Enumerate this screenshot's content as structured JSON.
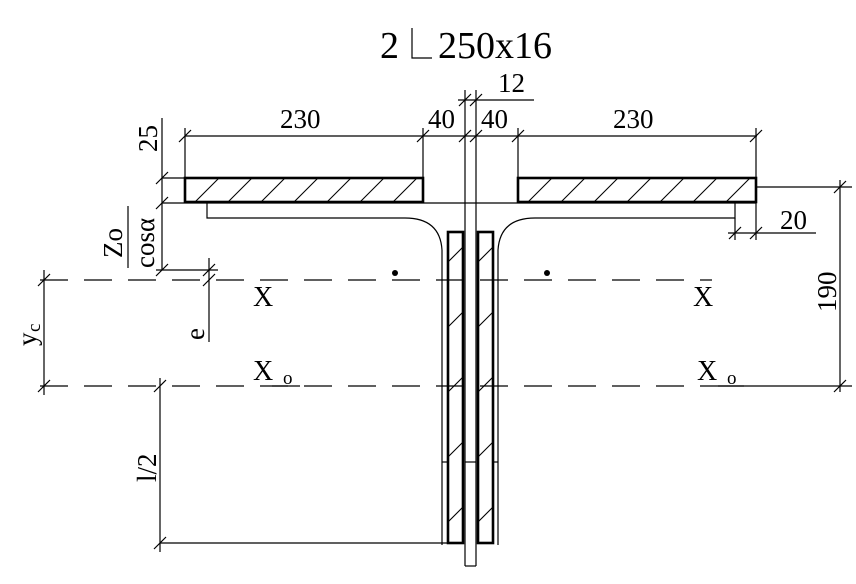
{
  "title": {
    "prefix": "2",
    "suffix": "250x16"
  },
  "dimensions": {
    "gusset_thickness": "12",
    "leg_left": "230",
    "leg_right": "230",
    "gap_left": "40",
    "gap_right": "40",
    "leg_thickness": "25",
    "edge_offset": "20",
    "overall_height": "190"
  },
  "axes": {
    "x_left": "X",
    "x_right": "X",
    "xo_left": "X",
    "xo_right": "X",
    "xo_subscript": "o"
  },
  "labels": {
    "z_numerator": "Zo",
    "z_denominator": "cosα",
    "e": "e",
    "yc": "y",
    "yc_subscript": "c",
    "half_l": "l/2"
  }
}
